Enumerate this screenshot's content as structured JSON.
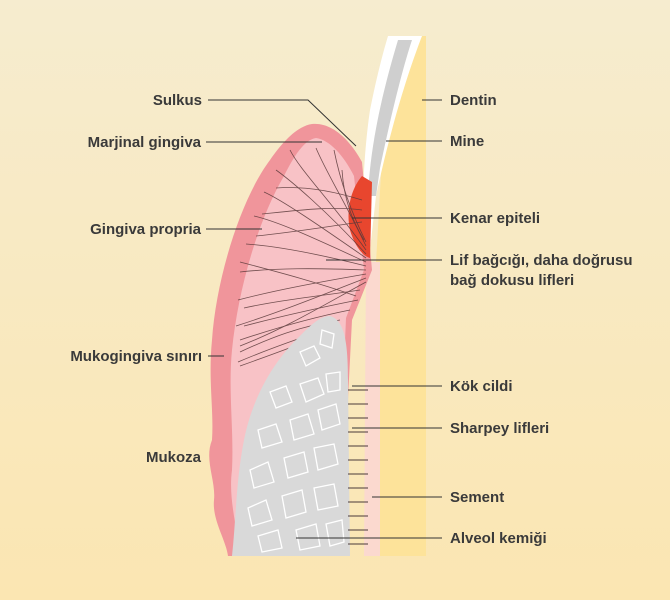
{
  "labels": {
    "sulkus": "Sulkus",
    "marjinal_gingiva": "Marjinal gingiva",
    "gingiva_propria": "Gingiva propria",
    "mukogingiva_siniri": "Mukogingiva sınırı",
    "mukoza": "Mukoza",
    "dentin": "Dentin",
    "mine": "Mine",
    "kenar_epiteli": "Kenar epiteli",
    "lif_line1": "Lif bağcığı, daha doğrusu",
    "lif_line2": "bağ dokusu lifleri",
    "kok_cildi": "Kök cildi",
    "sharpey_lifleri": "Sharpey lifleri",
    "sement": "Sement",
    "alveol_kemigi": "Alveol kemiği"
  },
  "colors": {
    "background_top": "#f6eccf",
    "background_bottom": "#fbe6b2",
    "dentin": "#fde39a",
    "enamel": "#ffffff",
    "gingiva": "#f0959b",
    "gingiva_light": "#f8c2c6",
    "epithelium": "#e8462e",
    "bone": "#d9d9d9",
    "cementum": "#fbd9cf",
    "leader_line": "#333333"
  }
}
